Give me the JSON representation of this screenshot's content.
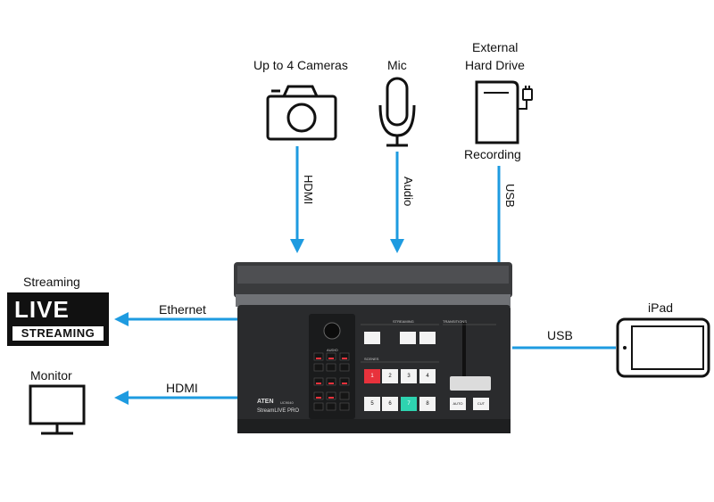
{
  "inputs": {
    "cameras_label": "Up to 4 Cameras",
    "mic_label": "Mic",
    "drive_label_line1": "External",
    "drive_label_line2": "Hard Drive",
    "recording_label": "Recording"
  },
  "connections": {
    "hdmi_in": "HDMI",
    "audio_in": "Audio",
    "usb_drive": "USB",
    "ethernet": "Ethernet",
    "hdmi_out": "HDMI",
    "usb_ipad": "USB"
  },
  "outputs": {
    "streaming_label": "Streaming",
    "live_text": "LIVE",
    "streaming_badge": "STREAMING",
    "monitor_label": "Monitor",
    "ipad_label": "iPad"
  },
  "device": {
    "brand": "ATEN",
    "model": "UC9040",
    "product": "StreamLIVE PRO",
    "section_streaming": "STREAMING",
    "section_transitions": "TRANSITIONS",
    "section_scenes": "SCENES",
    "section_audio": "AUDIO",
    "scene_keys": [
      "1",
      "2",
      "3",
      "4",
      "5",
      "6",
      "7",
      "8"
    ],
    "key_auto": "AUTO",
    "key_cut": "CUT"
  },
  "colors": {
    "arrow": "#1e9be0",
    "scene_active_red": "#e8323c",
    "scene_active_teal": "#2ed3b0"
  }
}
